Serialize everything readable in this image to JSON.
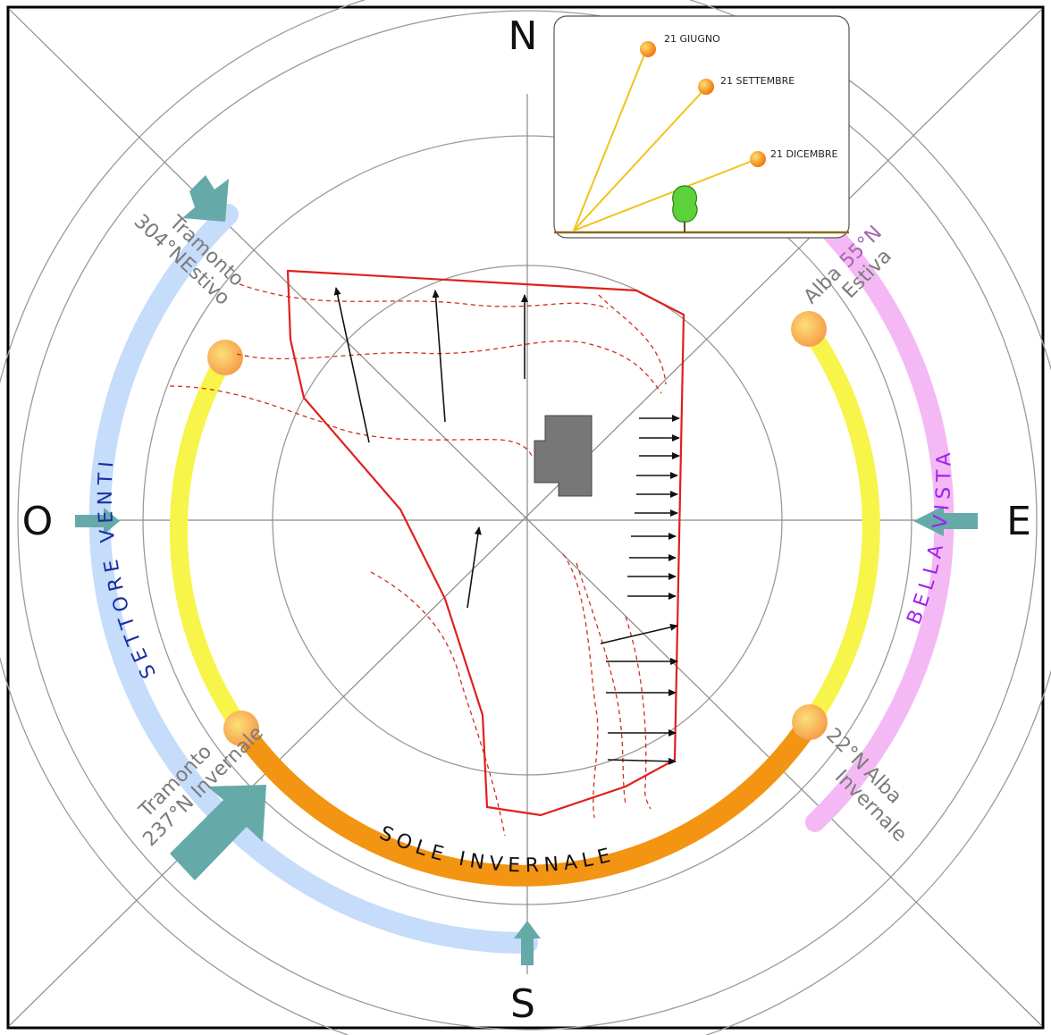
{
  "compass": {
    "north": "N",
    "south": "S",
    "east": "E",
    "west": "O"
  },
  "labels": {
    "tramonto_estivo": {
      "line1": "Tramonto",
      "line2": "304°N",
      "line3": "Estivo"
    },
    "alba_estiva": {
      "line1": "Alba",
      "line2": "55°N",
      "line3": "Estiva"
    },
    "tramonto_invernale": {
      "line1": "Tramonto",
      "line2": "237°N Invernale"
    },
    "alba_invernale": {
      "line1": "22°N",
      "line2": "Alba",
      "line3": "Invernale"
    },
    "settore_venti": "SETTORE VENTI",
    "bella_vista": "BELLA VISTA",
    "sole_invernale": "SOLE INVERNALE"
  },
  "inset": {
    "sun_1": "21 GIUGNO",
    "sun_2": "21 SETTEMBRE",
    "sun_3": "21 DICEMBRE"
  },
  "colors": {
    "summer_sun_arc": "#f7f44a",
    "winter_sun_arc": "#f39412",
    "wind_sector": "#c5dcfb",
    "view_sector": "#f4b9f4",
    "wind_arrow": "#65aaa8",
    "site_boundary": "#e0201c",
    "building": "#777777"
  }
}
